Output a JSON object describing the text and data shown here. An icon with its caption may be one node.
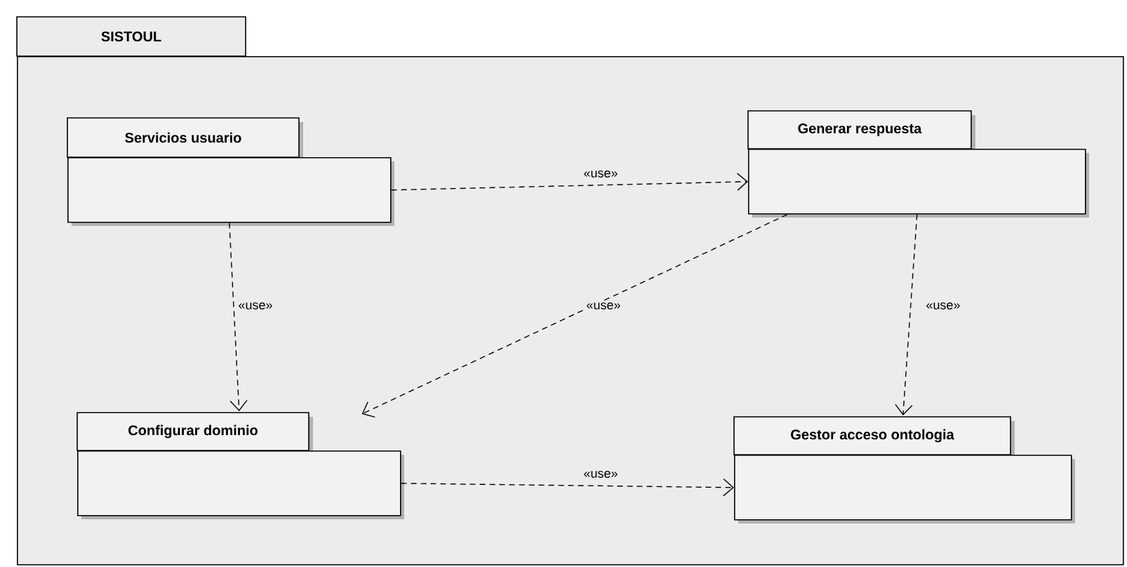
{
  "diagram": {
    "nodes": [
      {
        "text": [
          "SISTOUL"
        ]
      },
      {
        "text": [
          "Servicios usuario"
        ],
        "in": 0
      },
      {
        "text": [
          "Generar respuesta"
        ],
        "in": 0
      },
      {
        "text": [
          "Configurar dominio"
        ],
        "in": 0
      },
      {
        "text": [
          "Gestor acceso ontologia"
        ],
        "in": 0
      }
    ],
    "edges": [
      {
        "from": 1,
        "to": 2,
        "arrow": "to",
        "label": "«use»",
        "style": "dashed"
      },
      {
        "from": 1,
        "to": 3,
        "arrow": "to",
        "label": "«use»",
        "style": "dashed"
      },
      {
        "from": 2,
        "to": 3,
        "arrow": "to",
        "label": "«use»",
        "style": "dashed"
      },
      {
        "from": 2,
        "to": 4,
        "arrow": "to",
        "label": "«use»",
        "style": "dashed"
      },
      {
        "from": 3,
        "to": 4,
        "arrow": "to",
        "label": "«use»",
        "style": "dashed"
      }
    ]
  }
}
